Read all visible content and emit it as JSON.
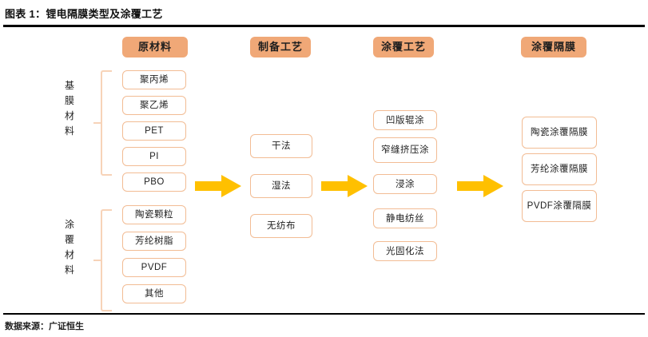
{
  "title": "图表 1：锂电隔膜类型及涂覆工艺",
  "source_note": "数据来源：广证恒生",
  "colors": {
    "header_pill": "#F0A877",
    "node_border": "#F2BC94",
    "arrow": "#FFC000",
    "bracket": "#F7D3B8",
    "rule": "#000000"
  },
  "columns": [
    {
      "header": "原材料",
      "groups": [
        {
          "label": "基膜材料",
          "label_chars": [
            "基",
            "膜",
            "材",
            "料"
          ],
          "items": [
            "聚丙烯",
            "聚乙烯",
            "PET",
            "PI",
            "PBO"
          ]
        },
        {
          "label": "涂覆材料",
          "label_chars": [
            "涂",
            "覆",
            "材",
            "料"
          ],
          "items": [
            "陶瓷颗粒",
            "芳纶树脂",
            "PVDF",
            "其他"
          ]
        }
      ]
    },
    {
      "header": "制备工艺",
      "items": [
        "干法",
        "湿法",
        "无纺布"
      ]
    },
    {
      "header": "涂覆工艺",
      "items": [
        "凹版辊涂",
        "窄缝挤压涂",
        "浸涂",
        "静电纺丝",
        "光固化法"
      ]
    },
    {
      "header": "涂覆隔膜",
      "items": [
        "陶瓷涂覆隔膜",
        "芳纶涂覆隔膜",
        "PVDF涂覆隔膜"
      ]
    }
  ],
  "arrows": [
    {
      "name": "arrow-raw-to-prep"
    },
    {
      "name": "arrow-prep-to-coating"
    },
    {
      "name": "arrow-coating-to-product"
    }
  ]
}
